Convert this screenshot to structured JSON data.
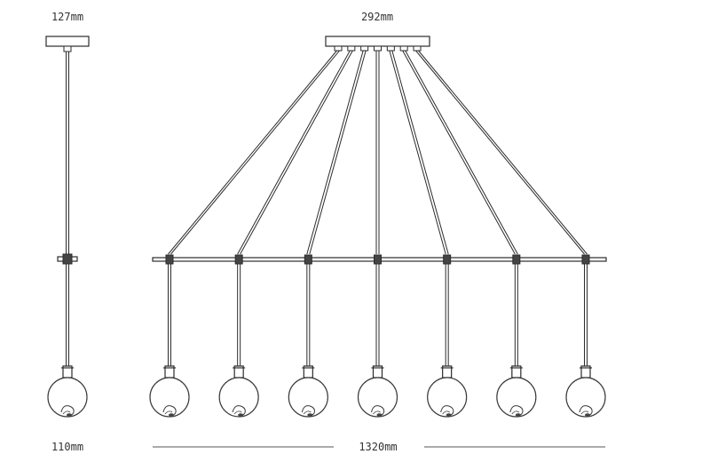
{
  "dimensions": {
    "canopy_side": "127mm",
    "canopy_front": "292mm",
    "globe_diameter": "110mm",
    "overall_width": "1320mm"
  },
  "views": {
    "side": {
      "pendants": 1
    },
    "front": {
      "pendants": 7
    }
  },
  "colors": {
    "line": "#2b2b2b",
    "dimension_line": "#555555",
    "globe_stroke": "#3a3a3a",
    "background": "#ffffff"
  }
}
